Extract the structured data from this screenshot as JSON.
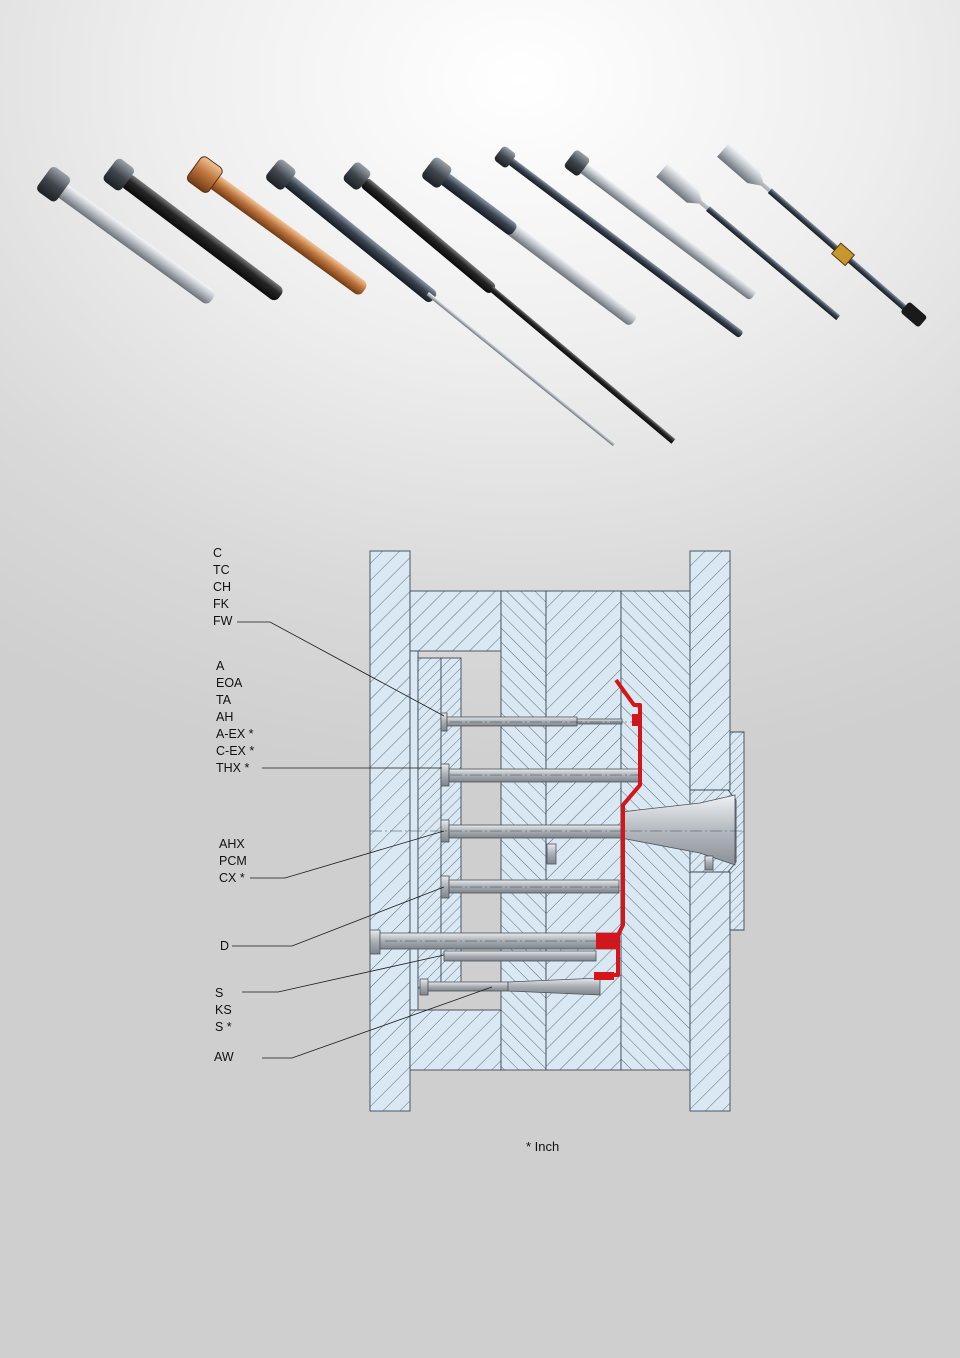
{
  "groups": [
    {
      "id": "g1",
      "items": [
        "C",
        "TC",
        "CH",
        "FK",
        "FW"
      ]
    },
    {
      "id": "g2",
      "items": [
        "A",
        "EOA",
        "TA",
        "AH",
        "A-EX *",
        "C-EX *",
        "THX *"
      ]
    },
    {
      "id": "g3",
      "items": [
        "AHX",
        "PCM",
        "CX *"
      ]
    },
    {
      "id": "g4",
      "items": [
        "D"
      ]
    },
    {
      "id": "g5",
      "items": [
        "S",
        "KS",
        "S *"
      ]
    },
    {
      "id": "g6",
      "items": [
        "AW"
      ]
    }
  ],
  "footnote": "* Inch",
  "colors": {
    "part_highlight": "#d8141b",
    "plate_fill": "#d9e8f2",
    "hatch": "#3c4a55"
  },
  "photo": {
    "icon": "ejector-pins-photo"
  }
}
